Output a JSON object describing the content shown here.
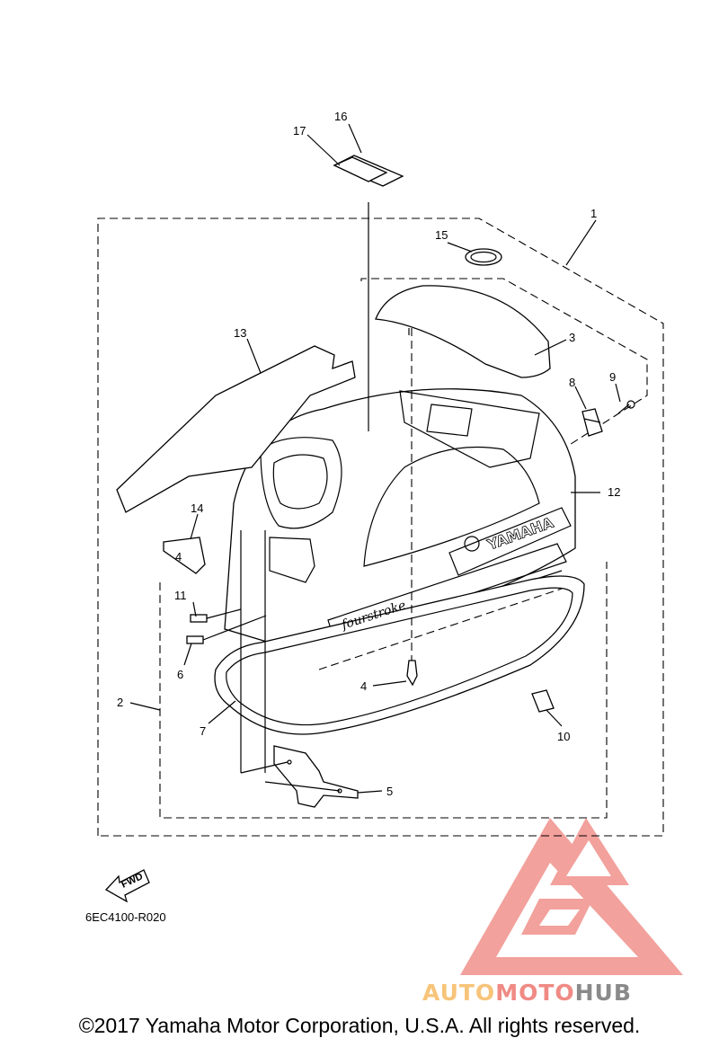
{
  "diagram": {
    "code": "6EC4100-R020",
    "fwd_label": "FWD",
    "callouts": [
      "1",
      "2",
      "3",
      "4",
      "5",
      "6",
      "7",
      "8",
      "9",
      "10",
      "11",
      "12",
      "13",
      "14",
      "15",
      "16",
      "17"
    ],
    "decal_text_yamaha": "YAMAHA",
    "decal_text_fourstroke": "fourstroke",
    "decal_number": "4"
  },
  "watermark": {
    "brand_part1": "AUTO",
    "brand_part2": "MOTO",
    "brand_part3": "HUB",
    "colors": {
      "logo": "#f08a84",
      "auto": "#f7c47a",
      "moto": "#f08a84",
      "hub": "#8a8a8a"
    }
  },
  "footer": {
    "copyright": "©2017 Yamaha Motor Corporation, U.S.A. All rights reserved."
  }
}
